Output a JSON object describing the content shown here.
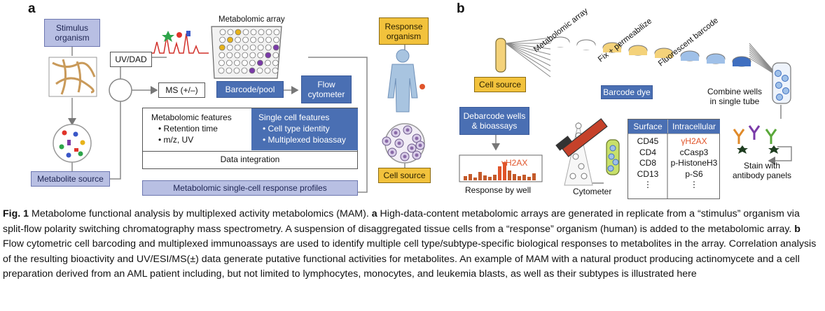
{
  "panels": {
    "a": "a",
    "b": "b"
  },
  "panel_a": {
    "stimulus_organism": "Stimulus organism",
    "metabolomic_array": "Metabolomic array",
    "uv_dad": "UV/DAD",
    "ms": "MS (+/–)",
    "barcode_pool": "Barcode/pool",
    "flow_cytometer": "Flow cytometer",
    "response_organism": "Response organism",
    "metabolite_source": "Metabolite source",
    "cell_source": "Cell source",
    "metabolomic_features_title": "Metabolomic features",
    "metabolomic_features_items": [
      "• Retention time",
      "• m/z, UV"
    ],
    "single_cell_title": "Single cell features",
    "single_cell_items": [
      "• Cell type identity",
      "• Multiplexed bioassay"
    ],
    "data_integration": "Data integration",
    "profiles": "Metabolomic single-cell response profiles"
  },
  "panel_b": {
    "cell_source": "Cell source",
    "metabolomic_array": "Metabolomic array",
    "fix_permeabilize": "Fix + permeabilize",
    "fluorescent_barcode": "Fluorescent barcode",
    "barcode_dye": "Barcode dye",
    "combine_wells": "Combine wells in single tube",
    "debarcode": "Debarcode wells & bioassays",
    "gamma_h2ax": "γH2AX",
    "response_by_well": "Response by well",
    "cytometer": "Cytometer",
    "stain": "Stain with antibody panels",
    "table": {
      "headers": [
        "Surface",
        "Intracellular"
      ],
      "surface": [
        "CD45",
        "CD4",
        "CD8",
        "CD13",
        "⋮"
      ],
      "intracellular": [
        "γH2AX",
        "cCasp3",
        "p-HistoneH3",
        "p-S6",
        "⋮"
      ]
    }
  },
  "caption": {
    "fig": "Fig. 1",
    "title": " Metabolome functional analysis by multiplexed activity metabolomics (MAM). ",
    "a_letter": "a",
    "a_text": " High-data-content metabolomic arrays are generated in replicate from a “stimulus” organism via split-flow polarity switching chromatography mass spectrometry. A suspension of disaggregated tissue cells from a “response” organism (human) is added to the metabolomic array. ",
    "b_letter": "b",
    "b_text": " Flow cytometric cell barcoding and multiplexed immunoassays are used to identify multiple cell type/subtype-specific biological responses to metabolites in the array. Correlation analysis of the resulting bioactivity and UV/ESI/MS(±) data generate putative functional activities for metabolites. An example of MAM with a natural product producing actinomycete and a cell preparation derived from an AML patient including, but not limited to lymphocytes, monocytes, and leukemia blasts, as well as their subtypes is illustrated here"
  },
  "colors": {
    "lavender": "#b8bfe3",
    "blue": "#4a6fb3",
    "gold": "#f2c23c",
    "red_label": "#e0542a"
  }
}
